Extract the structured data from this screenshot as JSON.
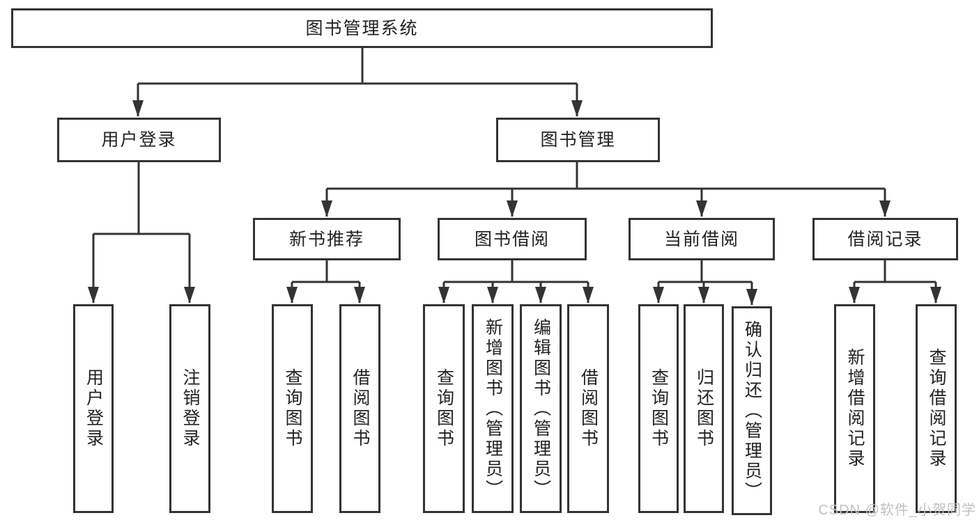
{
  "page": {
    "background": "#ffffff"
  },
  "diagram": {
    "type": "hierarchy-tree",
    "line_color": "#333333",
    "text_color": "#222222",
    "tree": {
      "label": "图书管理系统",
      "children": [
        {
          "label": "用户登录",
          "children": [
            {
              "label": "用户登录"
            },
            {
              "label": "注销登录"
            }
          ]
        },
        {
          "label": "图书管理",
          "children": [
            {
              "label": "新书推荐",
              "children": [
                {
                  "label": "查询图书"
                },
                {
                  "label": "借阅图书"
                }
              ]
            },
            {
              "label": "图书借阅",
              "children": [
                {
                  "label": "查询图书"
                },
                {
                  "label": "新增图书（管理员）"
                },
                {
                  "label": "编辑图书（管理员）"
                },
                {
                  "label": "借阅图书"
                }
              ]
            },
            {
              "label": "当前借阅",
              "children": [
                {
                  "label": "查询图书"
                },
                {
                  "label": "归还图书"
                },
                {
                  "label": "确认归还（管理员）"
                }
              ]
            },
            {
              "label": "借阅记录",
              "children": [
                {
                  "label": "新增借阅记录"
                },
                {
                  "label": "查询借阅记录"
                }
              ]
            }
          ]
        }
      ]
    }
  },
  "watermark": {
    "text": "CSDN @软件_小贺同学",
    "color": "#c2c2c2"
  }
}
